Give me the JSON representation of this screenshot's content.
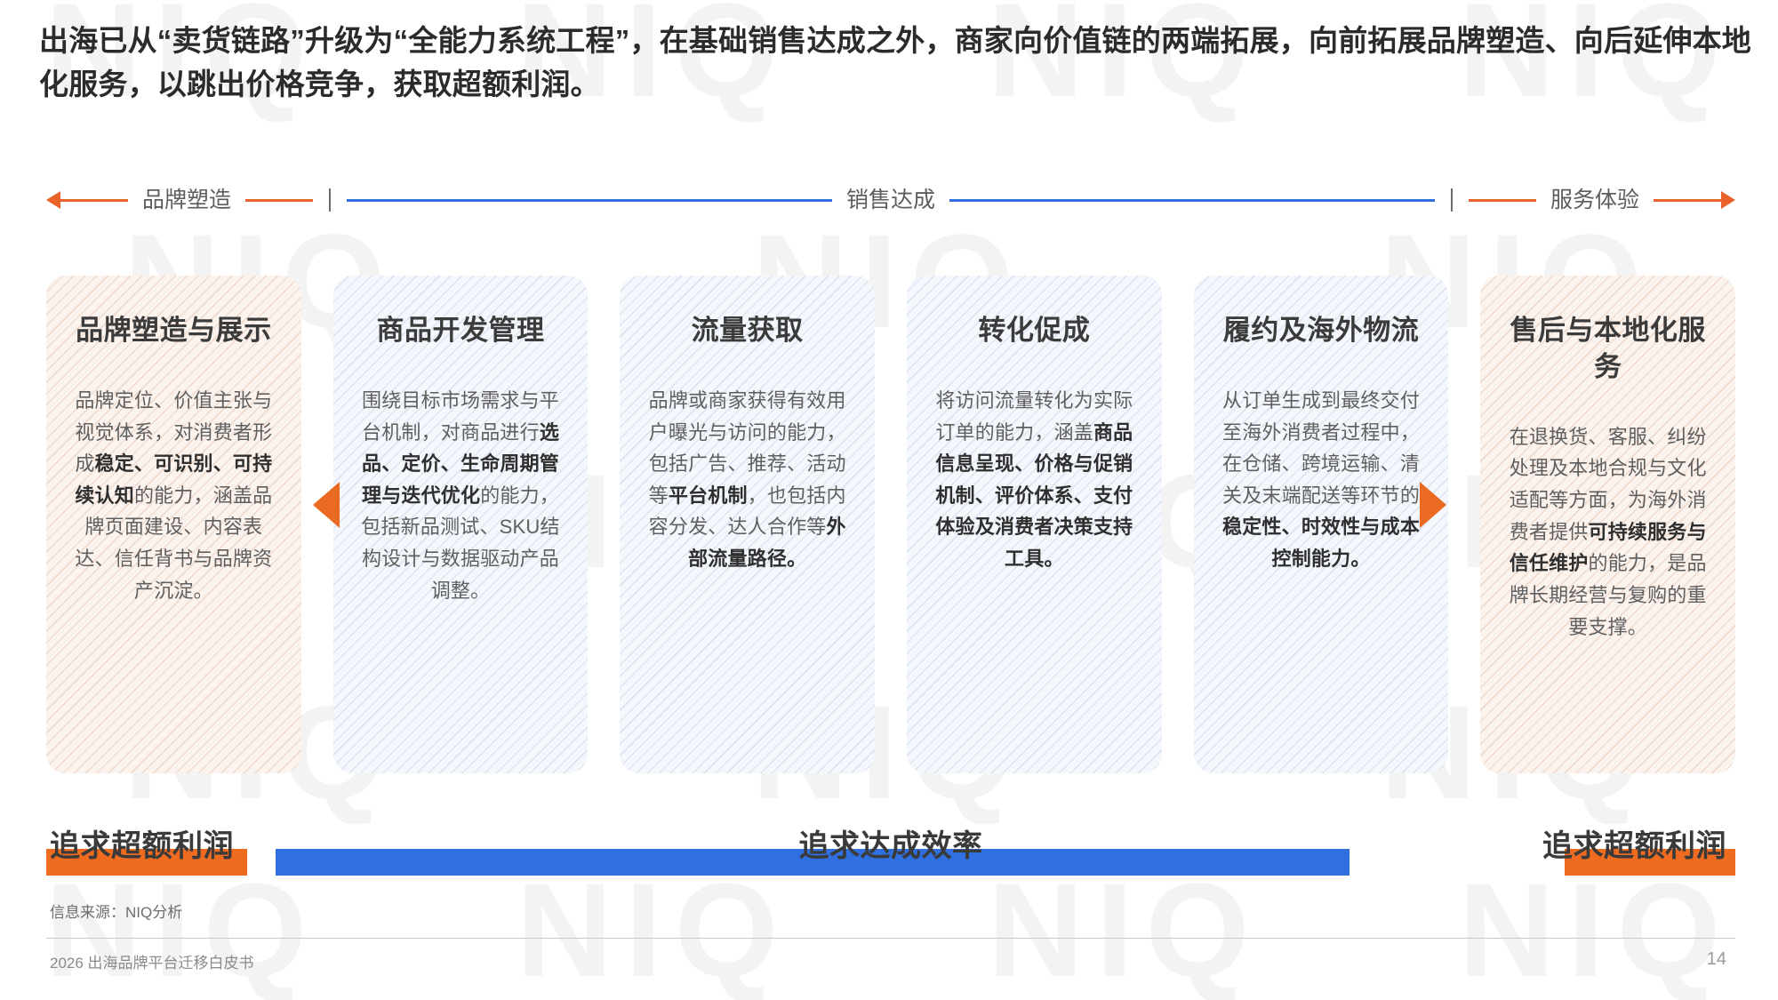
{
  "headline": "出海已从“卖货链路”升级为“全能力系统工程”，在基础销售达成之外，商家向价值链的两端拓展，向前拓展品牌塑造、向后延伸本地化服务，以跳出价格竞争，获取超额利润。",
  "axis": {
    "left_label": "品牌塑造",
    "mid_label": "销售达成",
    "right_label": "服务体验"
  },
  "colors": {
    "orange": "#e8622a",
    "orange_bar": "#ef6b1f",
    "blue": "#2f6fe0",
    "triangle": "#ea6a21",
    "title_text": "#3b3b3b",
    "body_text": "#5f5f5f"
  },
  "cards": [
    {
      "title": "品牌塑造与展示",
      "body_html": "品牌定位、价值主张与视觉体系，对消费者形成<b>稳定、可识别、可持续认知</b>的能力，涵盖品牌页面建设、内容表达、信任背书与品牌资产沉淀。",
      "theme": "orange"
    },
    {
      "title": "商品开发管理",
      "body_html": "围绕目标市场需求与平台机制，对商品进行<b>选品、定价、生命周期管理与迭代优化</b>的能力，包括新品测试、SKU结构设计与数据驱动产品调整。",
      "theme": "blue"
    },
    {
      "title": "流量获取",
      "body_html": "品牌或商家获得有效用户曝光与访问的能力，包括广告、推荐、活动等<b>平台机制</b>，也包括内容分发、达人合作等<b>外部流量路径。</b>",
      "theme": "blue"
    },
    {
      "title": "转化促成",
      "body_html": "将访问流量转化为实际订单的能力，涵盖<b>商品信息呈现、价格与促销机制、评价体系、支付体验及消费者决策支持工具。</b>",
      "theme": "blue"
    },
    {
      "title": "履约及海外物流",
      "body_html": "从订单生成到最终交付至海外消费者过程中，在仓储、跨境运输、清关及末端配送等环节的<b>稳定性、时效性与成本控制能力。</b>",
      "theme": "blue"
    },
    {
      "title": "售后与本地化服务",
      "body_html": "在退换货、客服、纠纷处理及本地合规与文化适配等方面，为海外消费者提供<b>可持续服务与信任维护</b>的能力，是品牌长期经营与复购的重要支撑。",
      "theme": "orange"
    }
  ],
  "bottom": {
    "left_label": "追求超额利润",
    "mid_label": "追求达成效率",
    "right_label": "追求超额利润"
  },
  "footer": {
    "source": "信息来源：NIQ分析",
    "doc_title": "2026 出海品牌平台迁移白皮书",
    "page_number": "14"
  },
  "watermark": {
    "text": "NIQ"
  }
}
